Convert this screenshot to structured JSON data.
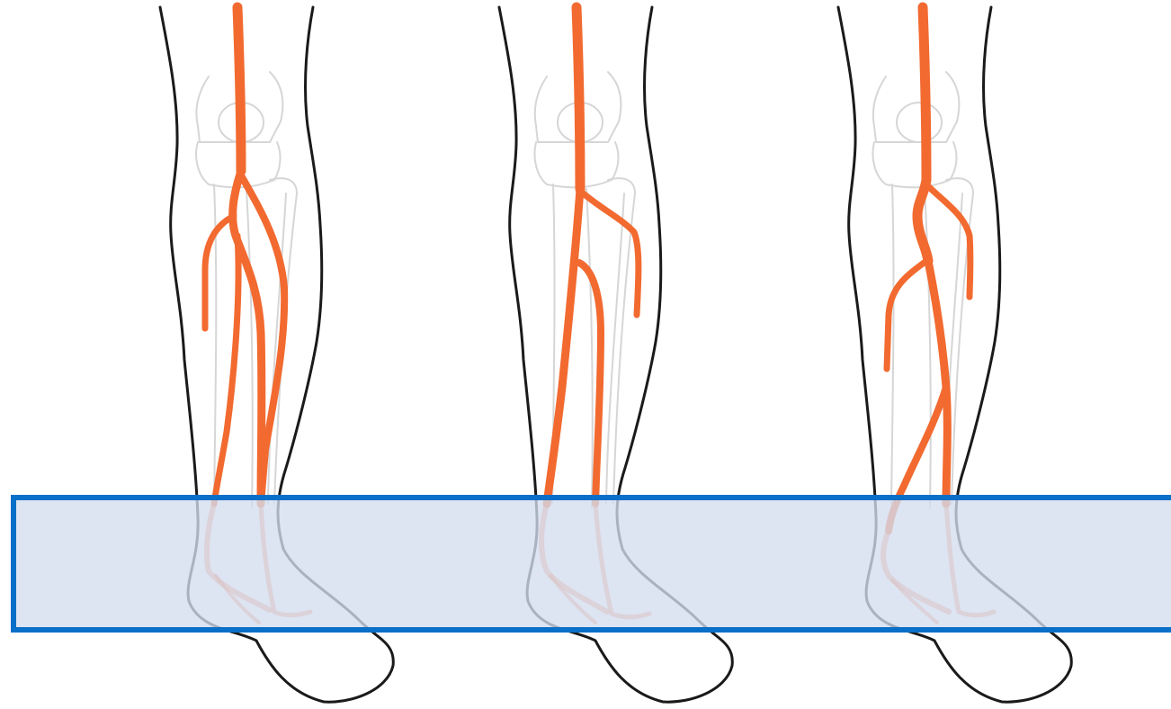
{
  "colors": {
    "background": "#ffffff",
    "artery": "#f26a30",
    "leg_outline": "#1a1a1a",
    "bone_outline": "#d6d6d6",
    "highlight_fill": "#d3dcee",
    "highlight_border": "#0a6fc8"
  },
  "figures": [
    {
      "variant": "branching-tibioperoneal-trunk"
    },
    {
      "variant": "high-anterior-tibial-origin"
    },
    {
      "variant": "tortuous-popliteal-branching"
    }
  ],
  "highlight": {
    "label": "",
    "region": "ankle-and-foot"
  }
}
